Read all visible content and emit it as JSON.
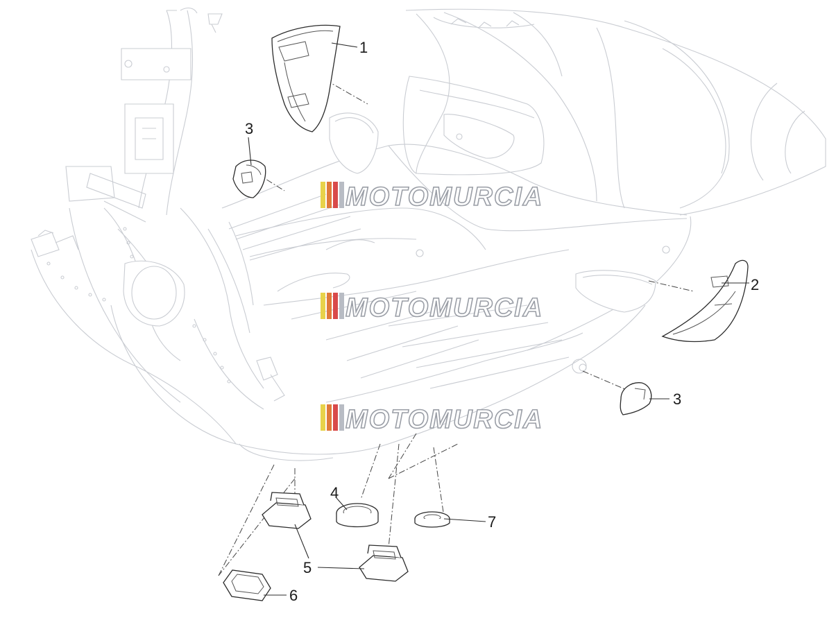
{
  "watermark": {
    "text": "MOTOMURCIA",
    "stripe_colors": [
      "#e8d24a",
      "#e07a3a",
      "#d94a4a",
      "#b8bcc4"
    ]
  },
  "callouts": [
    {
      "id": "callout-1",
      "label": "1"
    },
    {
      "id": "callout-2",
      "label": "2"
    },
    {
      "id": "callout-3a",
      "label": "3"
    },
    {
      "id": "callout-3b",
      "label": "3"
    },
    {
      "id": "callout-4",
      "label": "4"
    },
    {
      "id": "callout-5",
      "label": "5"
    },
    {
      "id": "callout-6",
      "label": "6"
    },
    {
      "id": "callout-7",
      "label": "7"
    }
  ],
  "colors": {
    "ghost_line": "#c9ccd2",
    "part_line": "#2b2b2b",
    "background": "#ffffff"
  }
}
